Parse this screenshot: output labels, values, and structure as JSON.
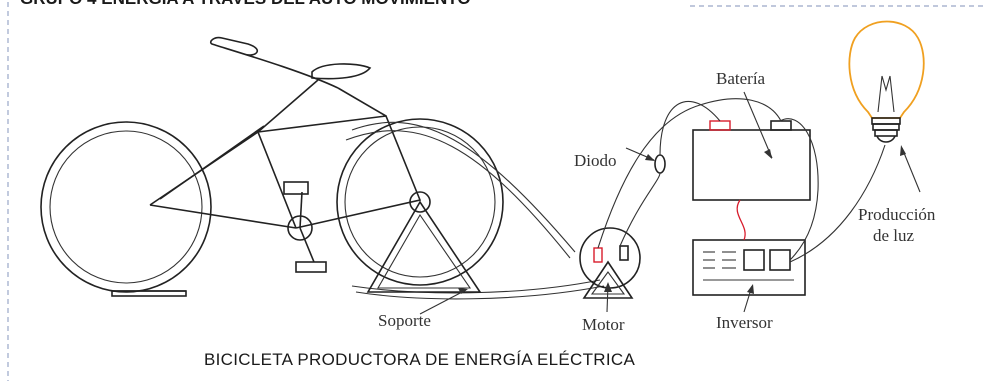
{
  "header": {
    "text": "GRUPO 4 ENERGÍA A TRAVÉS DEL AUTO MOVIMIENTO"
  },
  "labels": {
    "diodo": "Diodo",
    "bateria": "Batería",
    "produccion_1": "Producción",
    "produccion_2": "de luz",
    "soporte": "Soporte",
    "motor": "Motor",
    "inversor": "Inversor"
  },
  "caption": "BICICLETA PRODUCTORA DE ENERGÍA ELÉCTRICA",
  "colors": {
    "border": "#9aa8c8",
    "bulb": "#f0a020",
    "battery_wire": "#d81c2c",
    "line": "#222222"
  },
  "icons": [
    "bicycle-icon",
    "light-bulb-icon",
    "battery-icon",
    "inverter-icon",
    "motor-icon",
    "diode-icon"
  ]
}
